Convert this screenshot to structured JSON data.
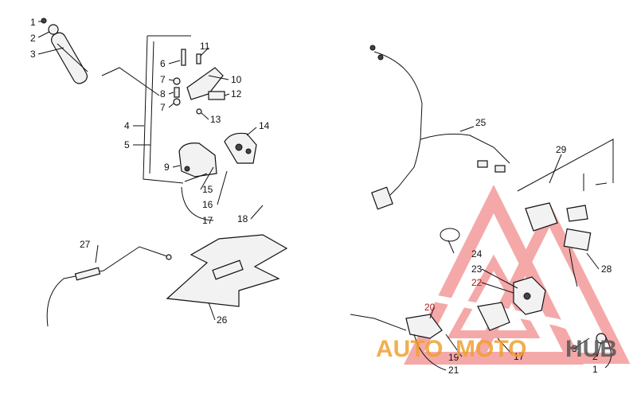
{
  "callouts": {
    "c1a": "1",
    "c2a": "2",
    "c3a": "3",
    "c4": "4",
    "c5": "5",
    "c6": "6",
    "c7a": "7",
    "c8": "8",
    "c7b": "7",
    "c9": "9",
    "c10": "10",
    "c11": "11",
    "c12": "12",
    "c13": "13",
    "c14": "14",
    "c15": "15",
    "c16": "16",
    "c17a": "17",
    "c18": "18",
    "c19": "19",
    "c20": "20",
    "c21": "21",
    "c22": "22",
    "c23": "23",
    "c24": "24",
    "c25": "25",
    "c26": "26",
    "c27": "27",
    "c28": "28",
    "c29": "29",
    "c17b": "17",
    "c3b": "3",
    "c2b": "2",
    "c1b": "1"
  },
  "watermark": {
    "part1": "AUTO",
    "part2": "MOTO",
    "part3": "HUB",
    "color1": "#f0a030",
    "color2": "#555555",
    "triangle_color": "#e84040"
  },
  "colors": {
    "line": "#111111",
    "red_label": "#a11f1f"
  }
}
